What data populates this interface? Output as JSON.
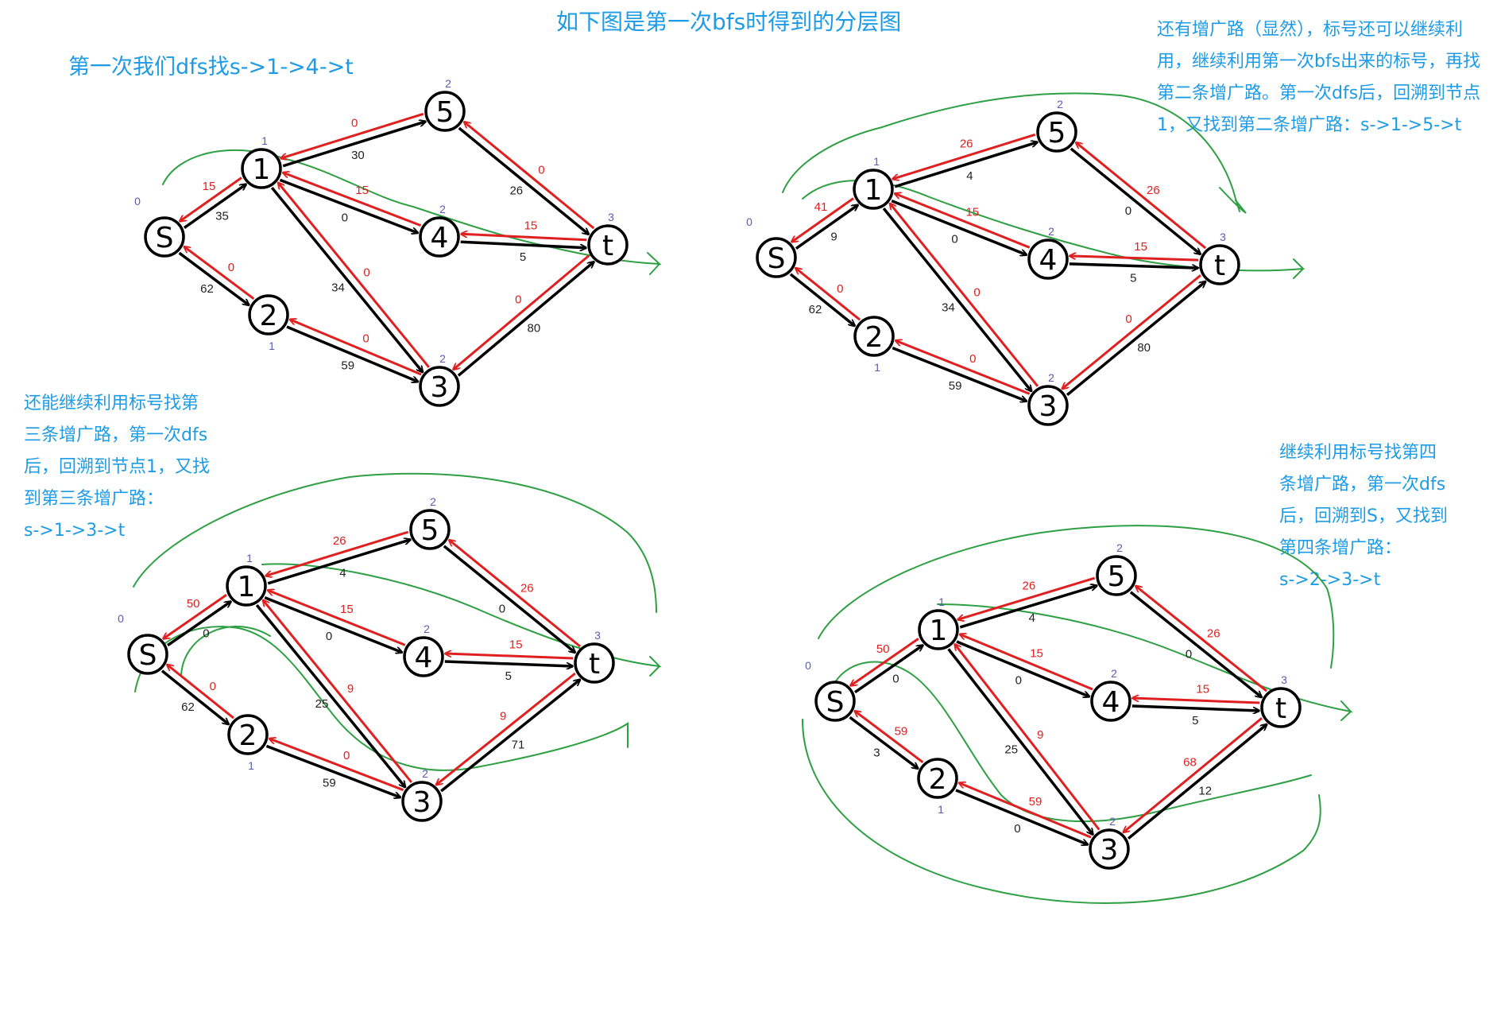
{
  "title": "如下图是第一次bfs时得到的分层图",
  "captions": [
    {
      "lines": [
        "第一次我们dfs找s->1->4->t"
      ]
    },
    {
      "lines": [
        "还有增广路（显然），标号还可以继续利",
        "用，继续利用第一次bfs出来的标号，再找",
        "第二条增广路。第一次dfs后，回溯到节点",
        "1，又找到第二条增广路：s->1->5->t"
      ]
    },
    {
      "lines": [
        "还能继续利用标号找第",
        "三条增广路，第一次dfs",
        "后，回溯到节点1，又找",
        "到第三条增广路：",
        "s->1->3->t"
      ]
    },
    {
      "lines": [
        "继续利用标号找第四",
        "条增广路，第一次dfs",
        "后，回溯到S，又找到",
        "第四条增广路：",
        "s->2->3->t"
      ]
    }
  ],
  "colors": {
    "caption": "#1e9be6",
    "forward": "#000000",
    "reverse": "#e02020",
    "path": "#2ea043",
    "level": "#5a5ab4"
  },
  "nodes": [
    {
      "id": "s",
      "label": "S"
    },
    {
      "id": "1",
      "label": "1"
    },
    {
      "id": "2",
      "label": "2"
    },
    {
      "id": "3",
      "label": "3"
    },
    {
      "id": "4",
      "label": "4"
    },
    {
      "id": "5",
      "label": "5"
    },
    {
      "id": "t",
      "label": "t"
    }
  ],
  "edges": [
    {
      "from": "s",
      "to": "1"
    },
    {
      "from": "s",
      "to": "2"
    },
    {
      "from": "1",
      "to": "5"
    },
    {
      "from": "1",
      "to": "4"
    },
    {
      "from": "1",
      "to": "3"
    },
    {
      "from": "2",
      "to": "3"
    },
    {
      "from": "5",
      "to": "t"
    },
    {
      "from": "4",
      "to": "t"
    },
    {
      "from": "3",
      "to": "t"
    }
  ],
  "panels": [
    {
      "levels": {
        "s": "0",
        "1": "1",
        "2": "1",
        "3": "2",
        "4": "2",
        "5": "2",
        "t": "3"
      },
      "caps": {
        "s-1": [
          "35",
          "15"
        ],
        "s-2": [
          "62",
          "0"
        ],
        "1-5": [
          "30",
          "0"
        ],
        "1-4": [
          "0",
          "15"
        ],
        "1-3": [
          "34",
          "0"
        ],
        "2-3": [
          "59",
          "0"
        ],
        "5-t": [
          "26",
          "0"
        ],
        "4-t": [
          "5",
          "15"
        ],
        "3-t": [
          "80",
          "0"
        ]
      }
    },
    {
      "levels": {
        "s": "0",
        "1": "1",
        "2": "1",
        "3": "2",
        "4": "2",
        "5": "2",
        "t": "3"
      },
      "caps": {
        "s-1": [
          "9",
          "41"
        ],
        "s-2": [
          "62",
          "0"
        ],
        "1-5": [
          "4",
          "26"
        ],
        "1-4": [
          "0",
          "15"
        ],
        "1-3": [
          "34",
          "0"
        ],
        "2-3": [
          "59",
          "0"
        ],
        "5-t": [
          "0",
          "26"
        ],
        "4-t": [
          "5",
          "15"
        ],
        "3-t": [
          "80",
          "0"
        ]
      }
    },
    {
      "levels": {
        "s": "0",
        "1": "1",
        "2": "1",
        "3": "2",
        "4": "2",
        "5": "2",
        "t": "3"
      },
      "caps": {
        "s-1": [
          "0",
          "50"
        ],
        "s-2": [
          "62",
          "0"
        ],
        "1-5": [
          "4",
          "26"
        ],
        "1-4": [
          "0",
          "15"
        ],
        "1-3": [
          "25",
          "9"
        ],
        "2-3": [
          "59",
          "0"
        ],
        "5-t": [
          "0",
          "26"
        ],
        "4-t": [
          "5",
          "15"
        ],
        "3-t": [
          "71",
          "9"
        ]
      }
    },
    {
      "levels": {
        "s": "0",
        "1": "1",
        "2": "1",
        "3": "2",
        "4": "2",
        "5": "2",
        "t": "3"
      },
      "caps": {
        "s-1": [
          "0",
          "50"
        ],
        "s-2": [
          "3",
          "59"
        ],
        "1-5": [
          "4",
          "26"
        ],
        "1-4": [
          "0",
          "15"
        ],
        "1-3": [
          "25",
          "9"
        ],
        "2-3": [
          "0",
          "59"
        ],
        "5-t": [
          "0",
          "26"
        ],
        "4-t": [
          "5",
          "15"
        ],
        "3-t": [
          "12",
          "68"
        ]
      }
    }
  ]
}
